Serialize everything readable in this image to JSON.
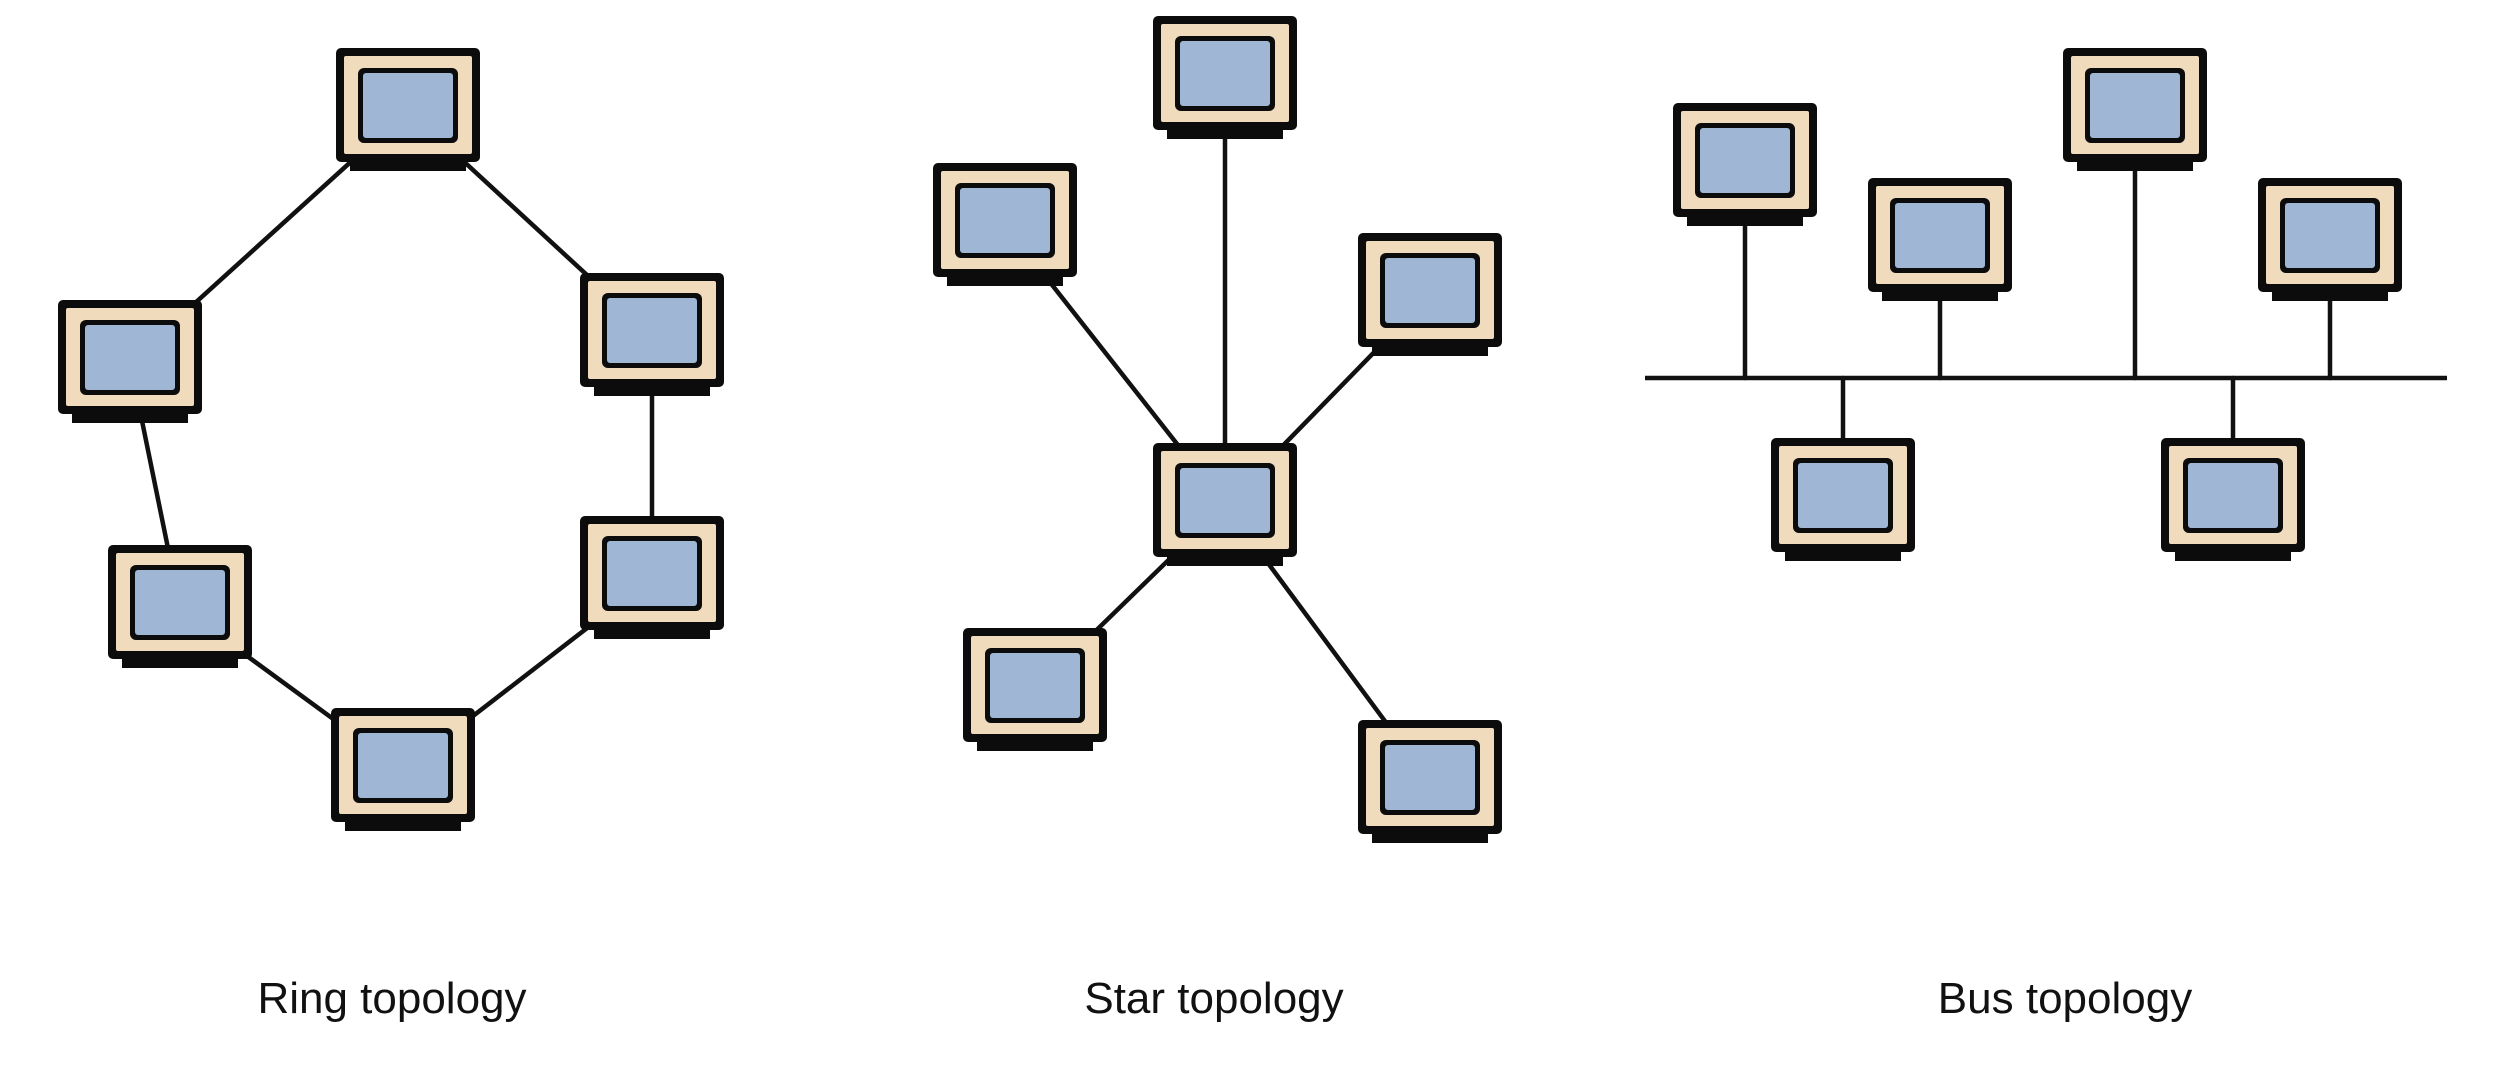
{
  "colors": {
    "monitor_frame": "#f0dcbc",
    "monitor_outline": "#0c0c0c",
    "screen": "#9fb6d4",
    "link_line": "#111111",
    "background": "#ffffff"
  },
  "icons": {
    "node": "computer-monitor-icon"
  },
  "diagrams": [
    {
      "id": "ring",
      "caption": "Ring topology",
      "node_count": 6
    },
    {
      "id": "star",
      "caption": "Star topology",
      "node_count": 6,
      "hub": "center"
    },
    {
      "id": "bus",
      "caption": "Bus topology",
      "node_count": 6
    }
  ]
}
